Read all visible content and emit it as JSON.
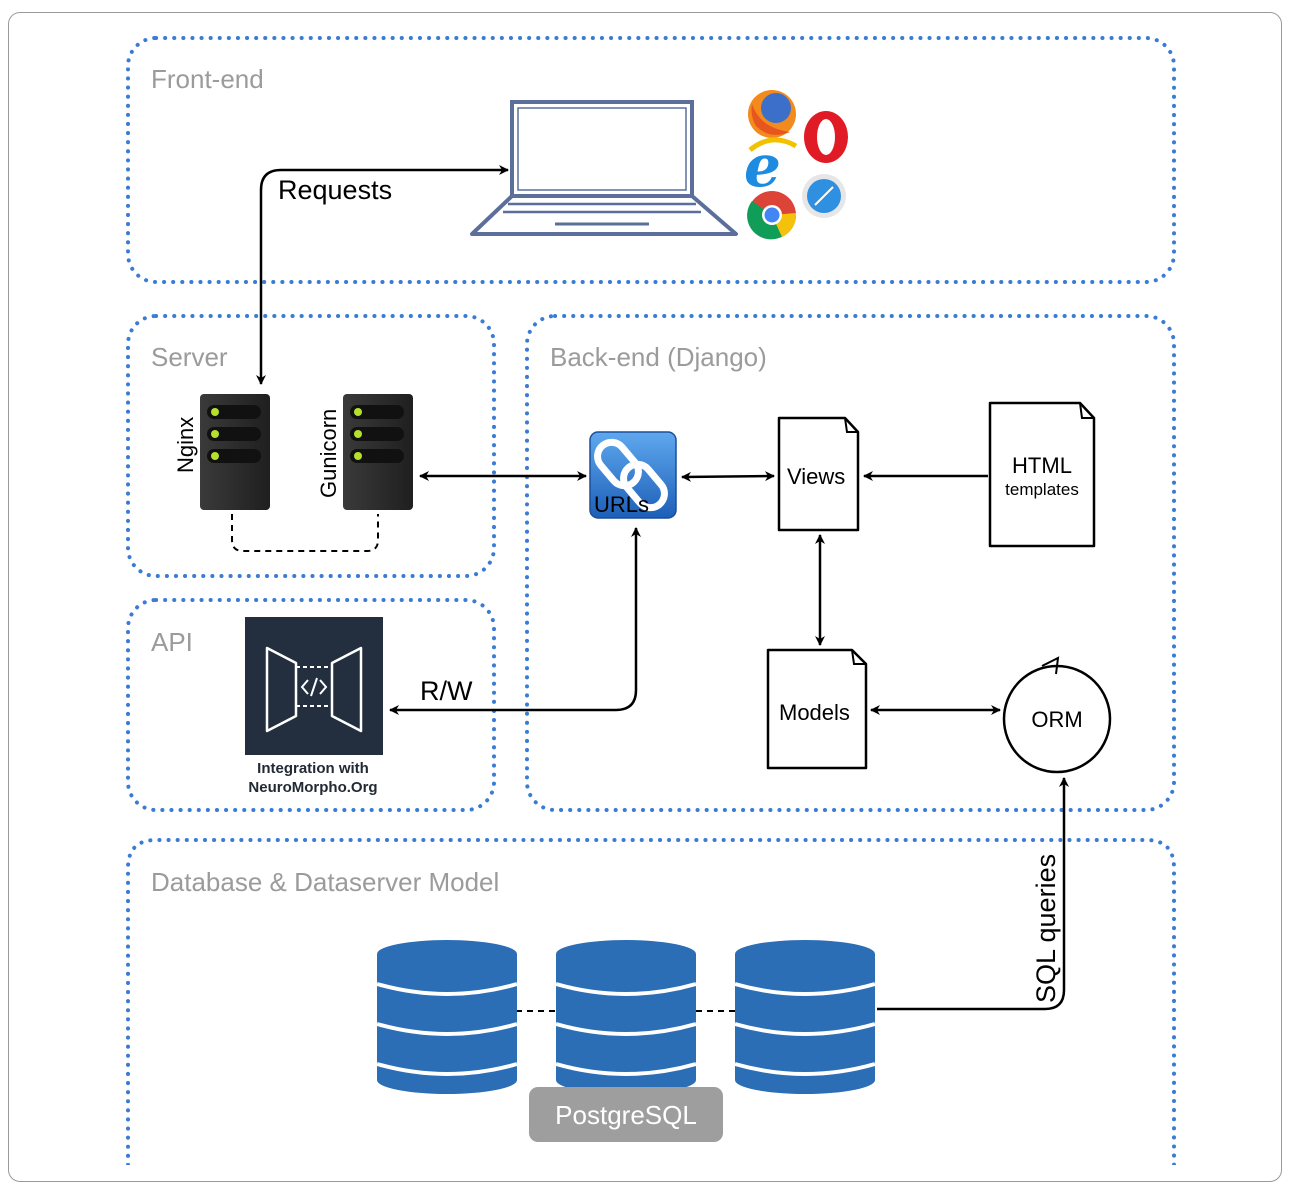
{
  "sections": {
    "frontend": "Front-end",
    "server": "Server",
    "backend": "Back-end (Django)",
    "api": "API",
    "database": "Database & Dataserver Model"
  },
  "edges": {
    "requests": "Requests",
    "rw": "R/W",
    "sql": "SQL queries"
  },
  "server": {
    "nginx": "Nginx",
    "gunicorn": "Gunicorn"
  },
  "backend": {
    "urls": "URLs",
    "views": "Views",
    "models": "Models",
    "html_line1": "HTML",
    "html_line2": "templates",
    "orm": "ORM"
  },
  "api": {
    "caption_line1": "Integration with",
    "caption_line2": "NeuroMorpho.Org"
  },
  "database": {
    "engine": "PostgreSQL"
  },
  "icons": [
    "laptop-icon",
    "firefox-icon",
    "opera-icon",
    "ie-icon",
    "chrome-icon",
    "safari-icon",
    "server-icon",
    "link-icon",
    "api-integration-icon",
    "database-icon"
  ],
  "colors": {
    "dotted_border": "#3a7bd5",
    "section_title": "#9b9b9b",
    "db_blue": "#2b6eb5",
    "pg_badge": "#9e9e9e",
    "api_box": "#232f3e",
    "laptop_stroke": "#5b6f9a"
  }
}
